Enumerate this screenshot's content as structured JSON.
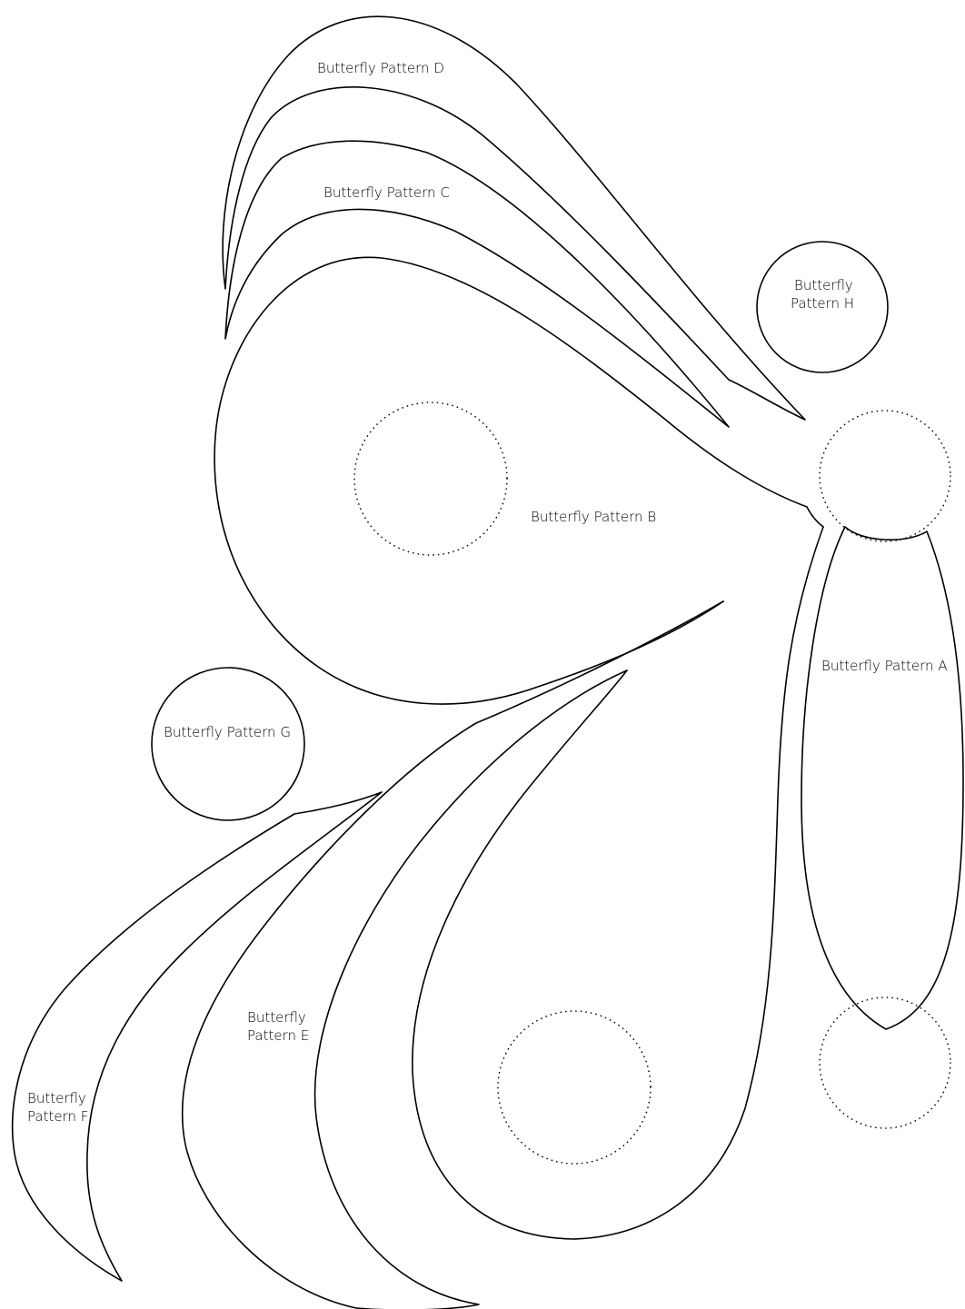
{
  "labels": {
    "pattern_a": "Butterfly Pattern A",
    "pattern_b": "Butterfly Pattern B",
    "pattern_c": "Butterfly Pattern C",
    "pattern_d": "Butterfly Pattern D",
    "pattern_e_line1": "Butterfly",
    "pattern_e_line2": "Pattern E",
    "pattern_f_line1": "Butterfly",
    "pattern_f_line2": "Pattern F",
    "pattern_g": "Butterfly Pattern G",
    "pattern_h_line1": "Butterfly",
    "pattern_h_line2": "Pattern H"
  },
  "style": {
    "stroke_color": "#000000",
    "background_color": "#ffffff"
  }
}
